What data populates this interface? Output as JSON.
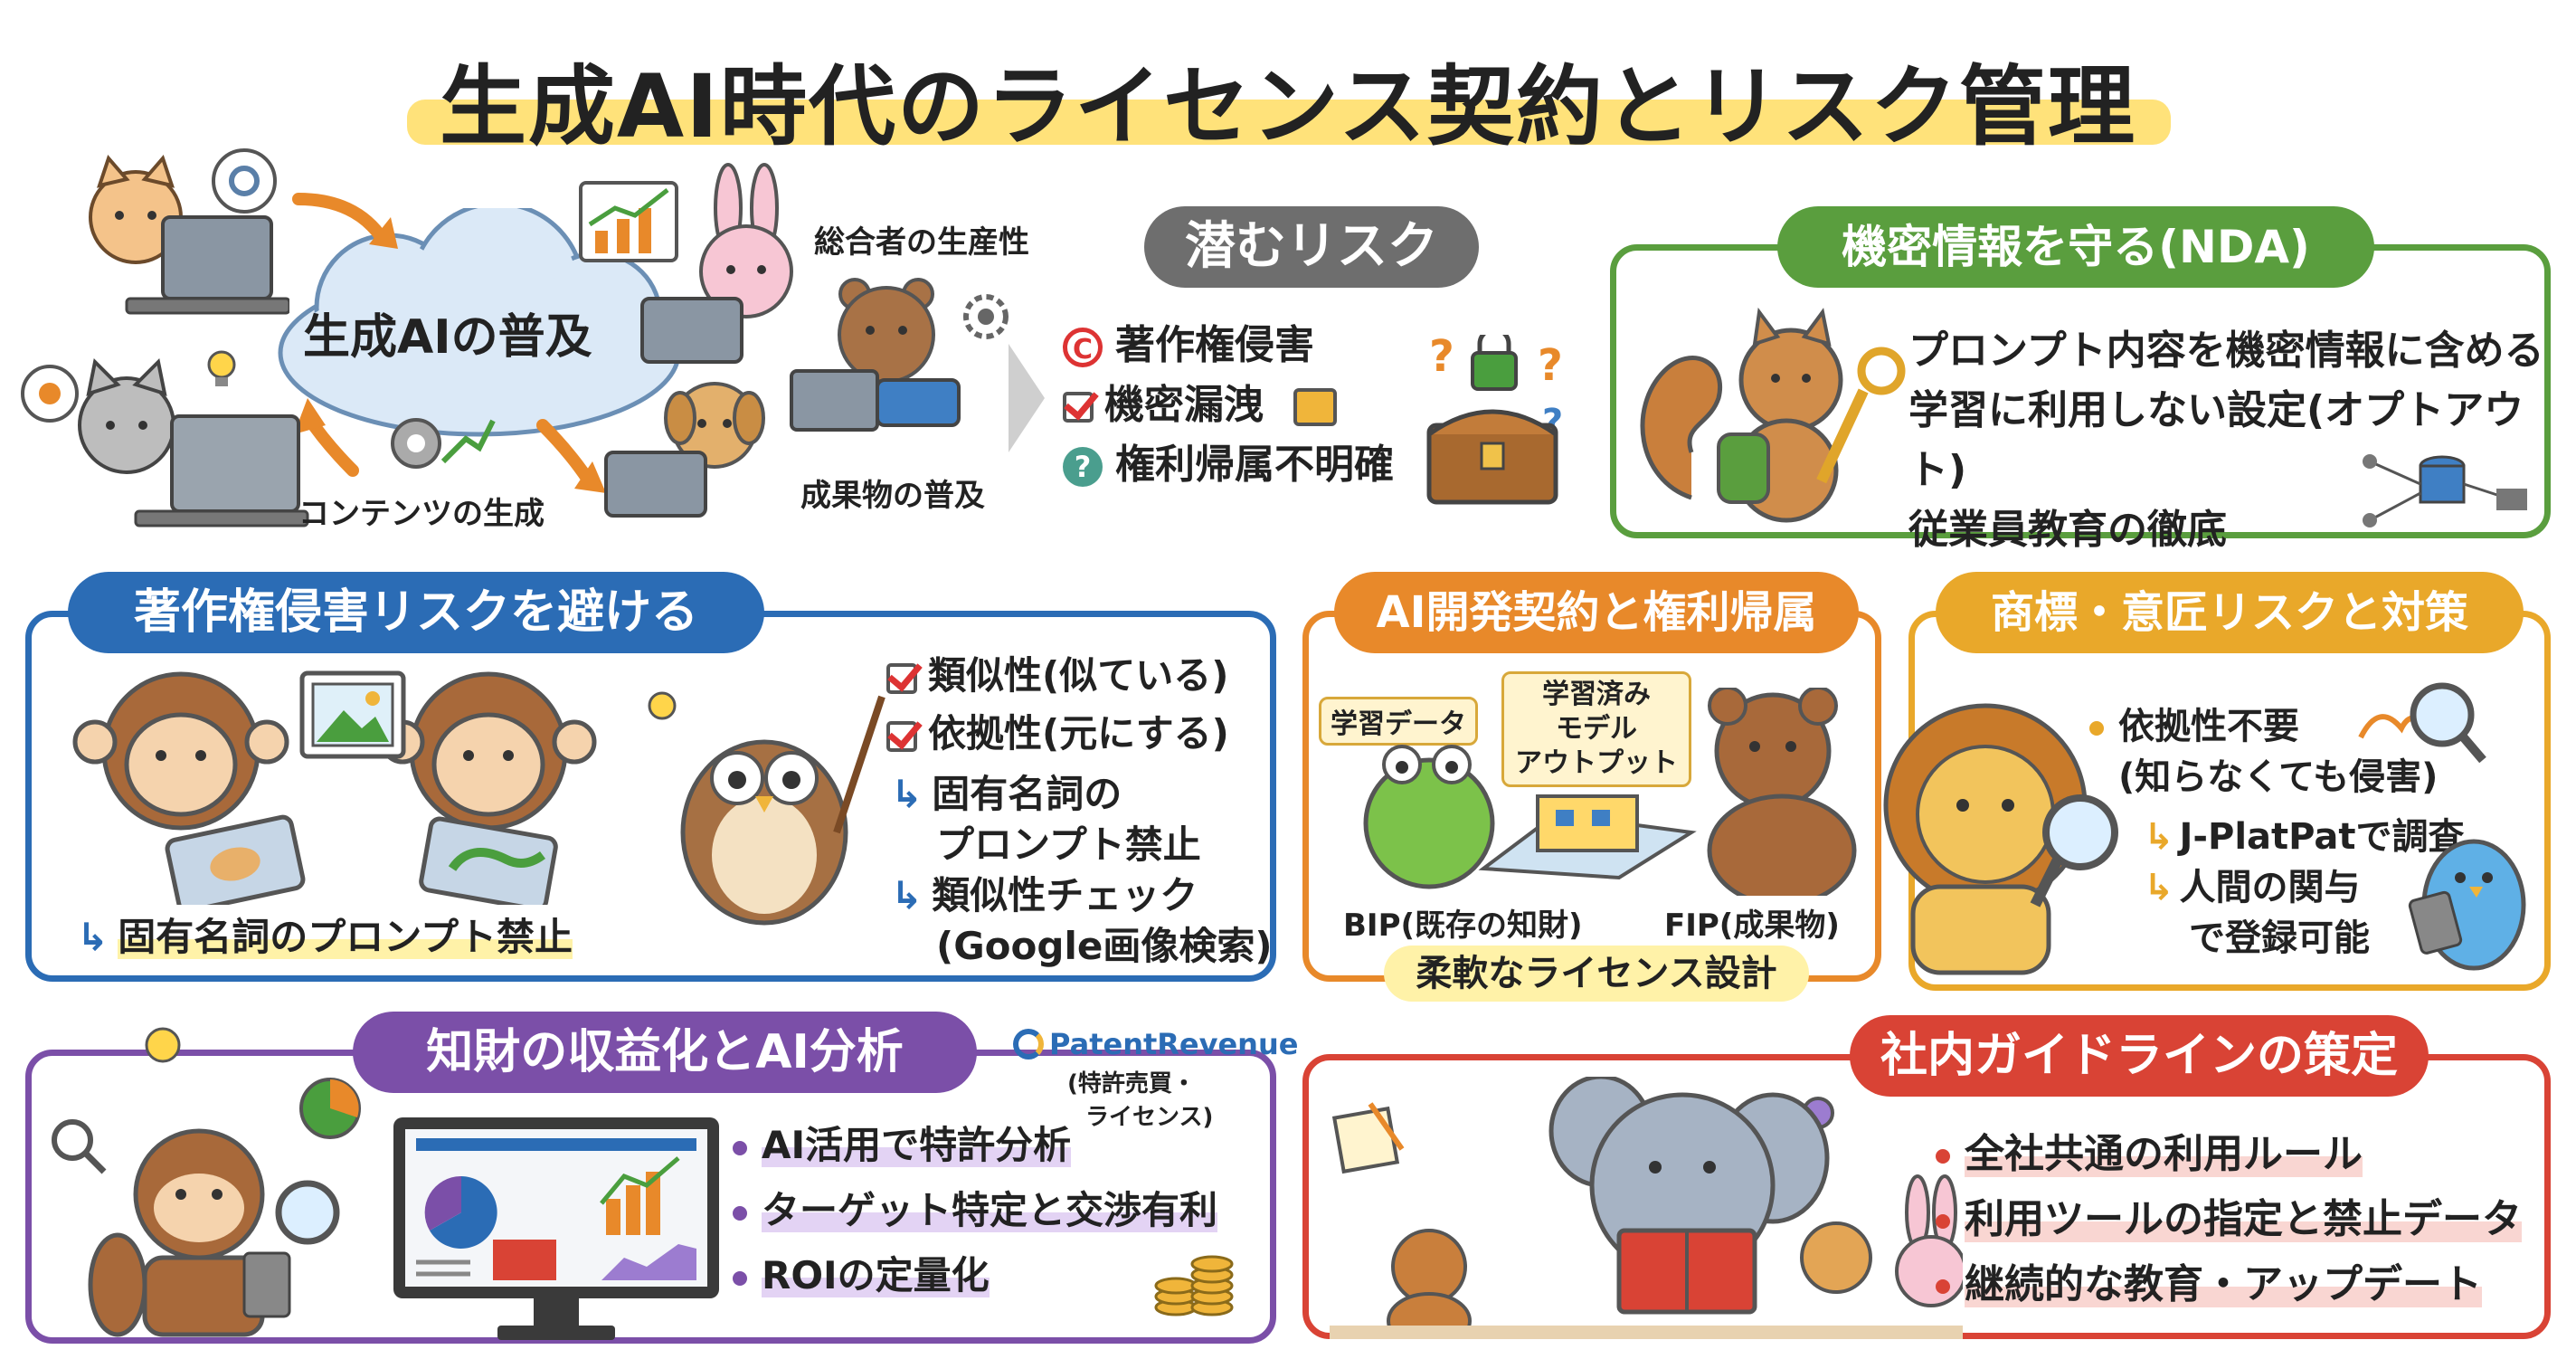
{
  "title": "生成AI時代のライセンス契約とリスク管理",
  "top": {
    "cloud_label": "生成AIの普及",
    "productivity_label": "総合者の生産性",
    "contents_label": "コンテンツの生成",
    "results_label": "成果物の普及",
    "risk_header": "潜むリスク",
    "risks": [
      "著作権侵害",
      "機密漏洩",
      "権利帰属不明確"
    ]
  },
  "nda": {
    "header": "機密情報を守る(NDA)",
    "items": [
      "プロンプト内容を機密情報に含める",
      "学習に利用しない設定(オプトアウト)",
      "従業員教育の徹底"
    ]
  },
  "copyright": {
    "header": "著作権侵害リスクを避ける",
    "checks": [
      "類似性(似ている)",
      "依拠性(元にする)"
    ],
    "sub1_line1": "固有名詞の",
    "sub1_line2": "プロンプト禁止",
    "sub2_line1": "類似性チェック",
    "sub2_line2": "(Google画像検索)",
    "bottom_note": "固有名詞のプロンプト禁止"
  },
  "ai_contract": {
    "header": "AI開発契約と権利帰属",
    "label_data": "学習データ",
    "label_model_1": "学習済み",
    "label_model_2": "モデル",
    "label_model_3": "アウトプット",
    "bip": "BIP(既存の知財)",
    "fip": "FIP(成果物)",
    "bottom": "柔軟なライセンス設計"
  },
  "trademark": {
    "header": "商標・意匠リスクと対策",
    "item1_line1": "依拠性不要",
    "item1_line2": "(知らなくても侵害)",
    "item2": "J-PlatPatで調査",
    "item3_line1": "人間の関与",
    "item3_line2": "で登録可能"
  },
  "ip_revenue": {
    "header": "知財の収益化とAI分析",
    "logo_text": "PatentRevenue",
    "logo_sub1": "(特許売買・",
    "logo_sub2": "ライセンス)",
    "items": [
      "AI活用で特許分析",
      "ターゲット特定と交渉有利",
      "ROIの定量化"
    ]
  },
  "guideline": {
    "header": "社内ガイドラインの策定",
    "items": [
      "全社共通の利用ルール",
      "利用ツールの指定と禁止データ",
      "継続的な教育・アップデート"
    ]
  },
  "colors": {
    "green": "#5a9e3e",
    "blue": "#2b6cb5",
    "orange": "#e8892a",
    "yellow": "#e9a82a",
    "purple": "#7b4fa8",
    "red": "#d94335",
    "gray": "#707070"
  }
}
